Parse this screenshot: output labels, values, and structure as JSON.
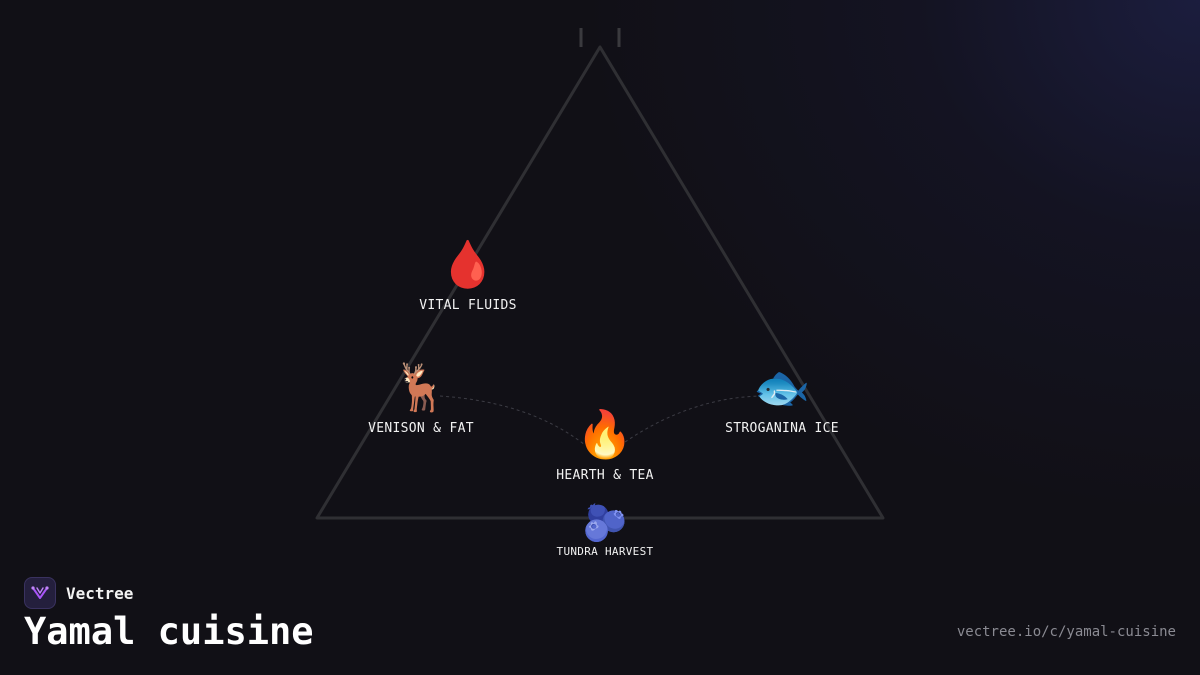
{
  "brand": {
    "name": "Vectree",
    "logo_icon": "vectree-logo-icon",
    "accent": "#a855f7"
  },
  "title": "Yamal cuisine",
  "url": "vectree.io/c/yamal-cuisine",
  "nodes": [
    {
      "id": "vital-fluids",
      "label": "VITAL FLUIDS",
      "emoji": "🩸",
      "icon": "blood-drop-icon"
    },
    {
      "id": "venison-fat",
      "label": "VENISON & FAT",
      "emoji": "🦌",
      "icon": "deer-icon"
    },
    {
      "id": "hearth-tea",
      "label": "HEARTH & TEA",
      "emoji": "🔥",
      "icon": "fire-icon"
    },
    {
      "id": "stroganina-ice",
      "label": "STROGANINA ICE",
      "emoji": "🐟",
      "icon": "fish-icon"
    },
    {
      "id": "tundra-harvest",
      "label": "TUNDRA HARVEST",
      "emoji": "🫐",
      "icon": "blueberries-icon"
    }
  ],
  "colors": {
    "background": "#111016",
    "triangle_stroke": "#2f2f33",
    "connector": "#3c3c44",
    "label": "#f2f2f2",
    "url": "#8a8a92"
  }
}
